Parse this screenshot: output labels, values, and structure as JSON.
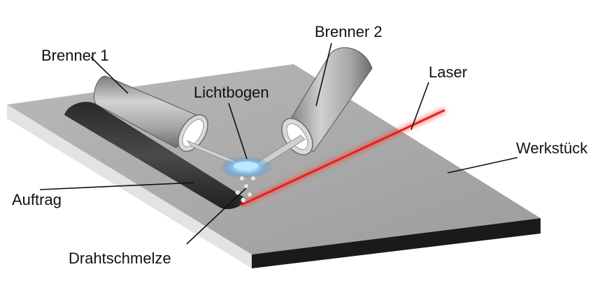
{
  "labels": {
    "brenner1": "Brenner 1",
    "brenner2": "Brenner 2",
    "lichtbogen": "Lichtbogen",
    "laser": "Laser",
    "werkstueck": "Werkstück",
    "auftrag": "Auftrag",
    "drahtschmelze": "Drahtschmelze"
  },
  "colors": {
    "workpiece_top": "#a9a9a9",
    "workpiece_side": "#1a1a1a",
    "laser": "#e8201c",
    "arc": "#6fc3f0",
    "deposit": "#3a3a3a"
  }
}
